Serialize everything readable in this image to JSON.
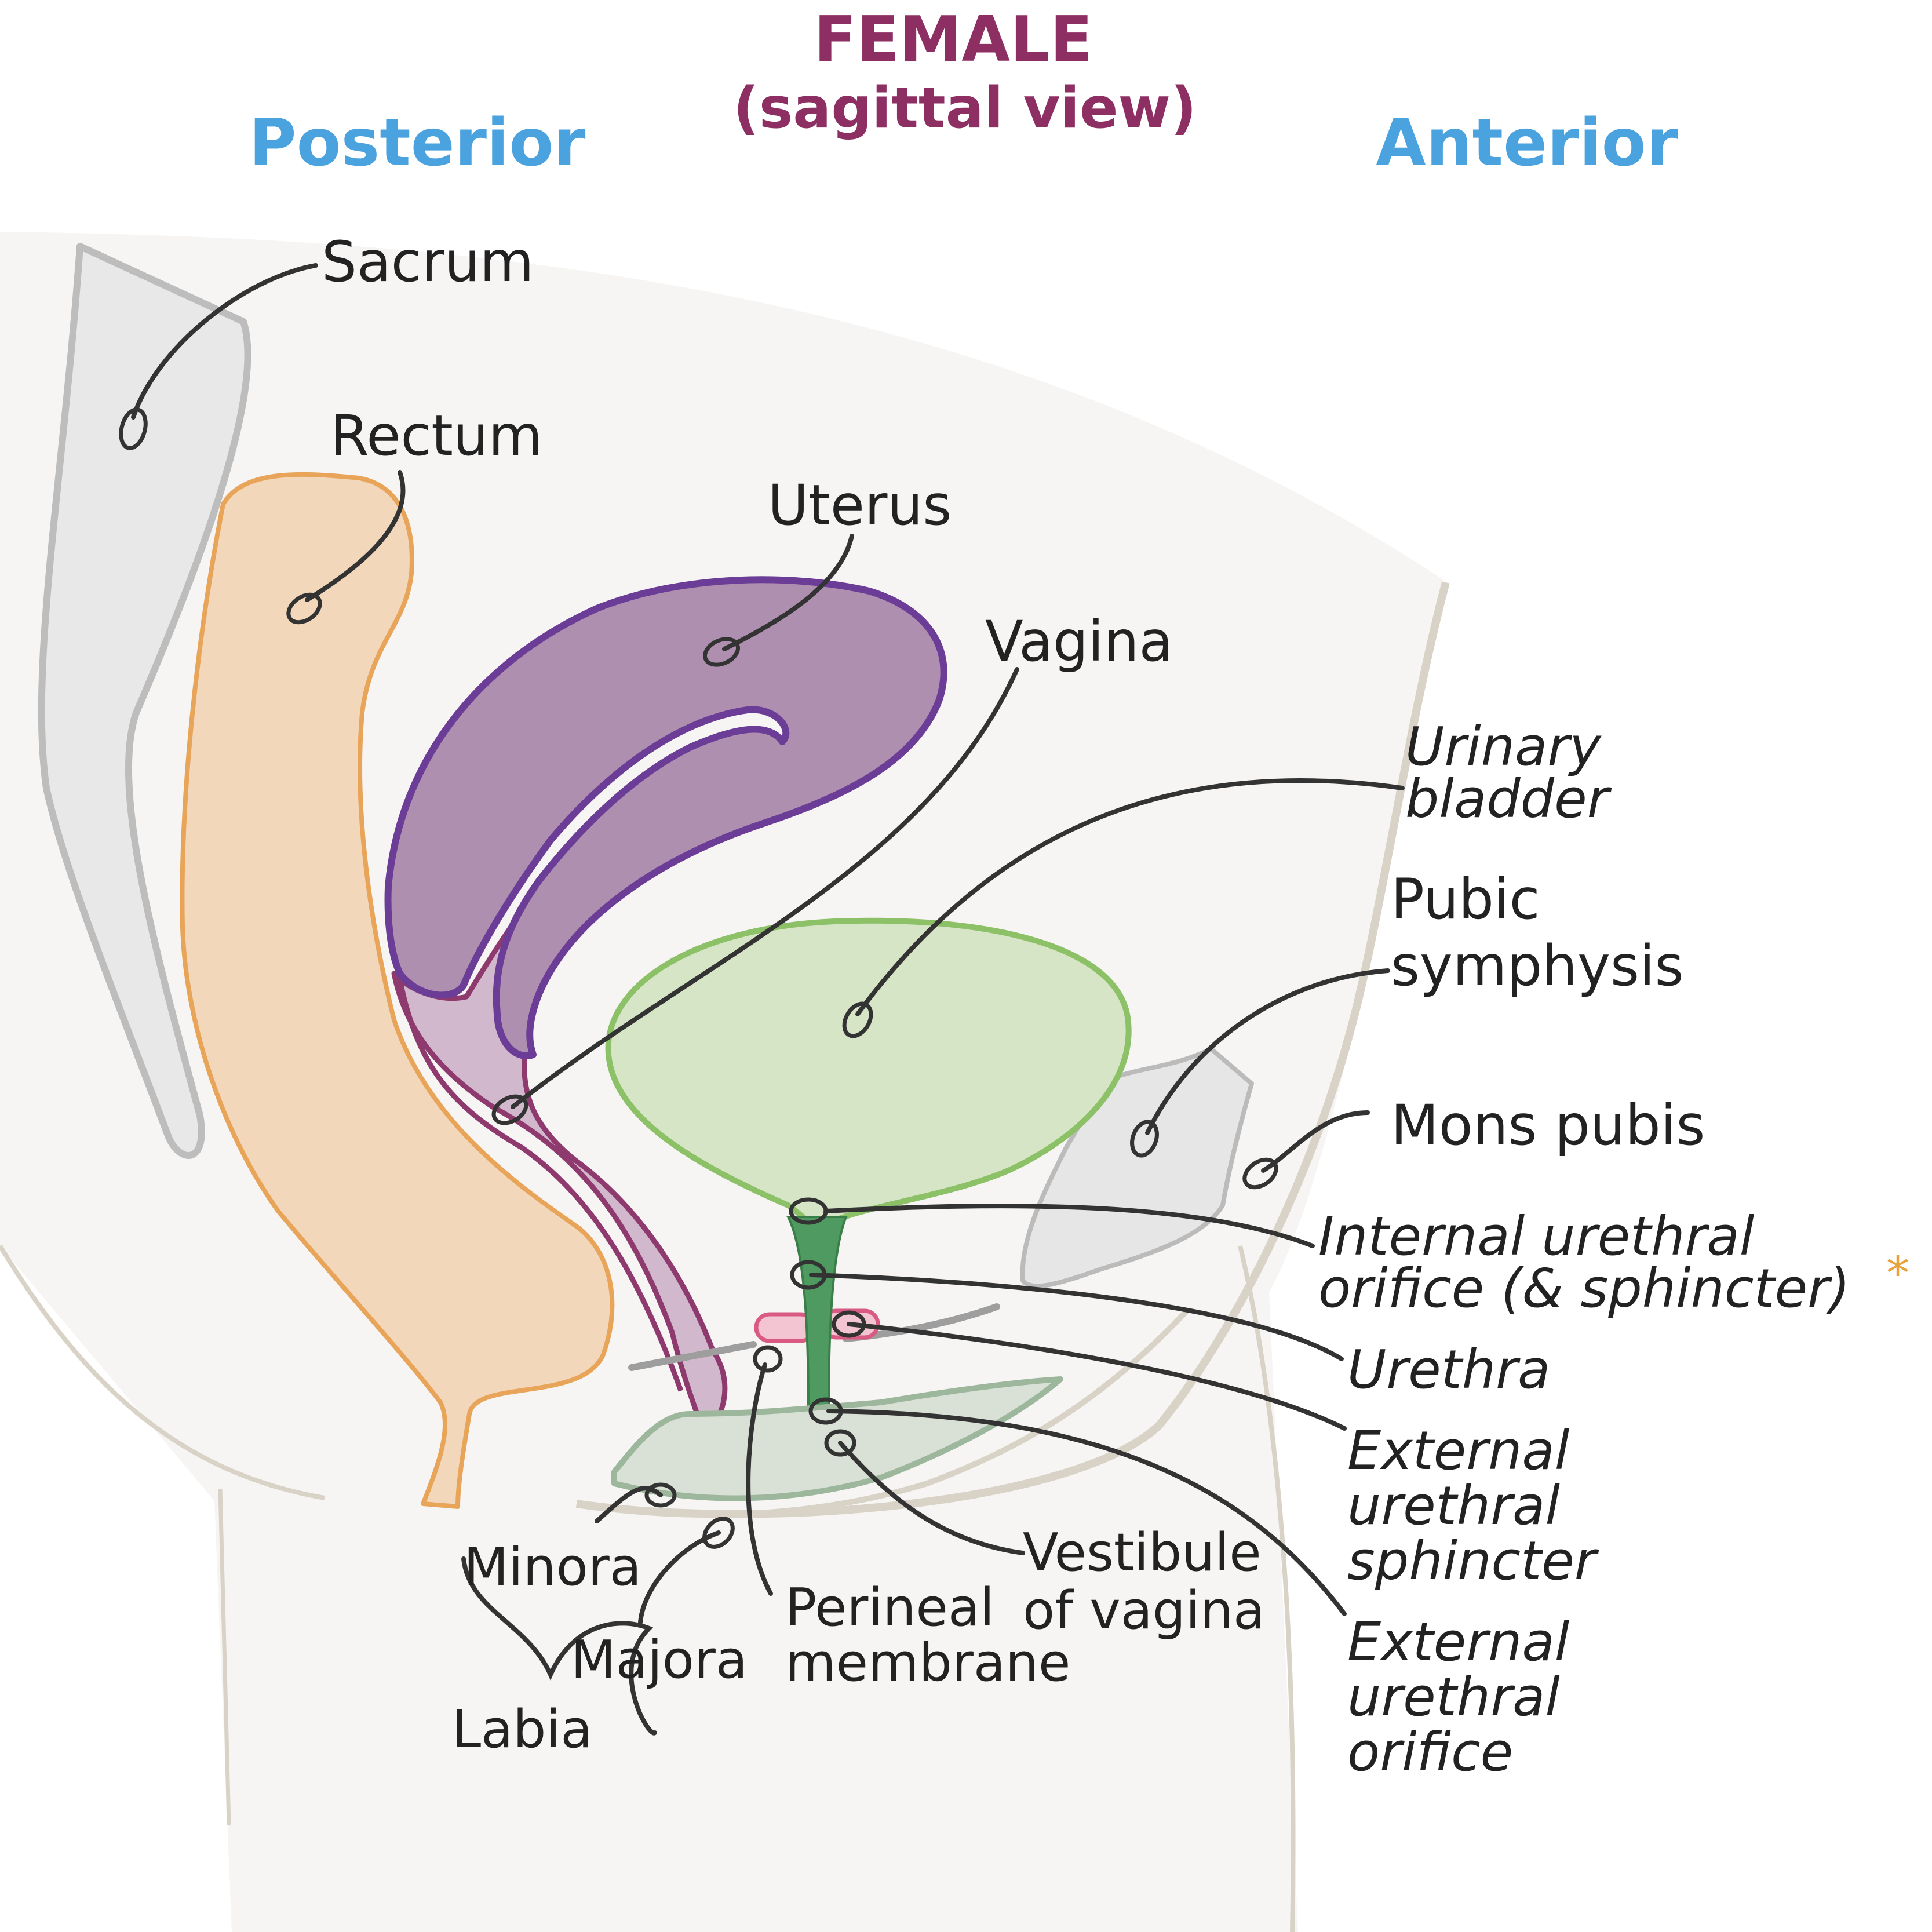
{
  "header": {
    "title": "FEMALE",
    "subtitle": "(sagittal view)",
    "left": "Posterior",
    "right": "Anterior"
  },
  "colors": {
    "title": "#8e2f63",
    "orientation": "#4aa3df",
    "asterisk": "#e8a23c",
    "rectum": "#e8a55a",
    "uterus": "#6b3d96",
    "vagina": "#8e3a6e",
    "bladder": "#8cc167",
    "urethra": "#4f9a61",
    "sphincter": "#d95b83",
    "bone": "#b8b8b8"
  },
  "labels": {
    "sacrum": "Sacrum",
    "rectum": "Rectum",
    "uterus": "Uterus",
    "vagina": "Vagina",
    "bladder_1": "Urinary",
    "bladder_2": "bladder",
    "pubic_1": "Pubic",
    "pubic_2": "symphysis",
    "mons": "Mons pubis",
    "internal_1": "Internal urethral",
    "internal_2": "orifice (& sphincter)",
    "internal_asterisk": "*",
    "urethra": "Urethra",
    "ext_sph_1": "External",
    "ext_sph_2": "urethral",
    "ext_sph_3": "sphincter",
    "ext_ori_1": "External",
    "ext_ori_2": "urethral",
    "ext_ori_3": "orifice",
    "vestibule_1": "Vestibule",
    "vestibule_2": "of vagina",
    "perineal_1": "Perineal",
    "perineal_2": "membrane",
    "minora": "Minora",
    "majora": "Majora",
    "labia": "Labia"
  }
}
